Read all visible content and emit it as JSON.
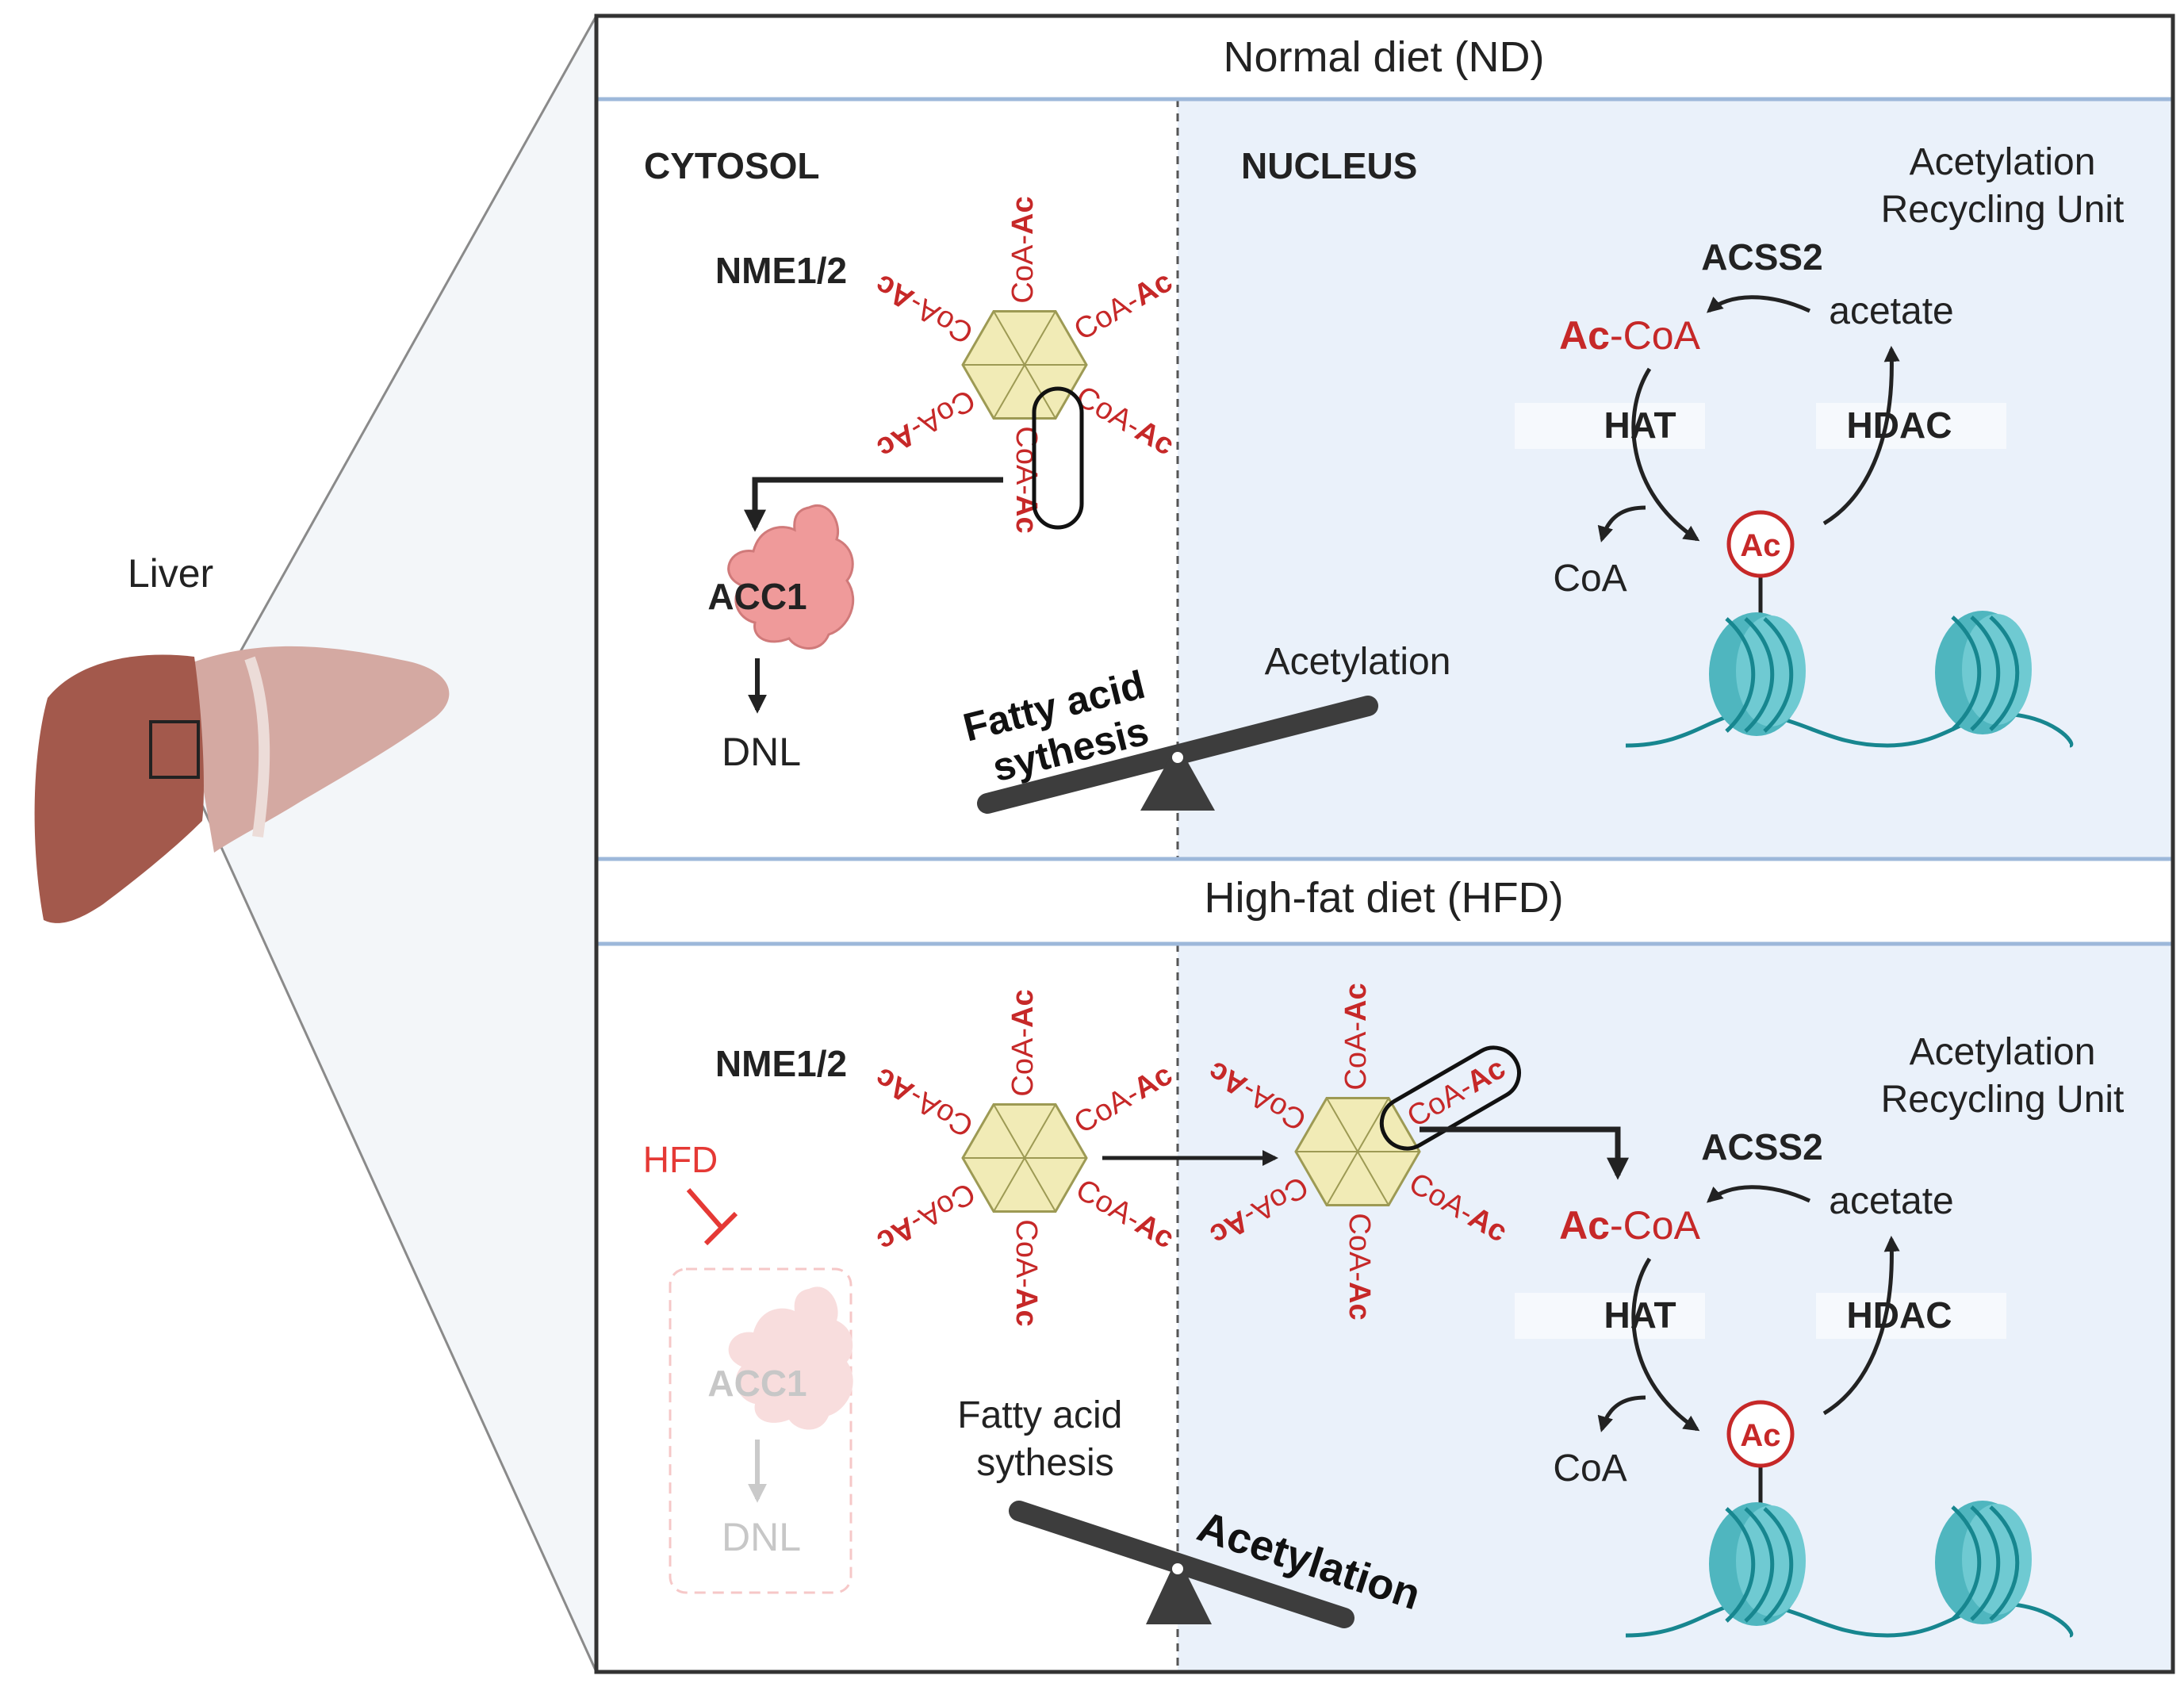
{
  "liver": {
    "label": "Liver"
  },
  "panels": [
    {
      "id": "nd",
      "title": "Normal diet (ND)",
      "cytosol_label": "CYTOSOL",
      "nucleus_label": "NUCLEUS",
      "nme_label": "NME1/2",
      "ligand_label": "CoA-Ac",
      "ligand_label_prefix": "CoA-",
      "ligand_label_suffix": "Ac",
      "acc1_label": "ACC1",
      "dnl_label": "DNL",
      "recycling_unit": [
        "Acetylation",
        "Recycling Unit"
      ],
      "acss2_label": "ACSS2",
      "acoa_prefix": "Ac",
      "acoa_suffix": "-CoA",
      "acetate_label": "acetate",
      "hat_label": "HAT",
      "hdac_label": "HDAC",
      "coa_label": "CoA",
      "ac_mark": "Ac",
      "seesaw_left": [
        "Fatty acid",
        "sythesis"
      ],
      "seesaw_right": [
        "Acetylation"
      ]
    },
    {
      "id": "hfd",
      "title": "High-fat diet (HFD)",
      "nme_label": "NME1/2",
      "hfd_label": "HFD",
      "acc1_label": "ACC1",
      "dnl_label": "DNL",
      "recycling_unit": [
        "Acetylation",
        "Recycling Unit"
      ],
      "acss2_label": "ACSS2",
      "acoa_prefix": "Ac",
      "acoa_suffix": "-CoA",
      "acetate_label": "acetate",
      "hat_label": "HAT",
      "hdac_label": "HDAC",
      "coa_label": "CoA",
      "ac_mark": "Ac",
      "seesaw_left": [
        "Fatty acid",
        "sythesis"
      ],
      "seesaw_right": [
        "Acetylation"
      ]
    }
  ],
  "colors": {
    "accent_red": "#c62828",
    "nucleus_bg": "#eaf1fa",
    "panel_border": "#333333",
    "divider_blue": "#9db8da",
    "liver_dark": "#a05a4d",
    "liver_light": "#d0a49d",
    "acc1_pink": "#ef9a9a",
    "nucleosome": "#4fb6bf",
    "dna": "#17868f",
    "hexagon_fill": "#f1ebb6",
    "hexagon_stroke": "#9d9a54",
    "seesaw": "#3d3d3d"
  }
}
